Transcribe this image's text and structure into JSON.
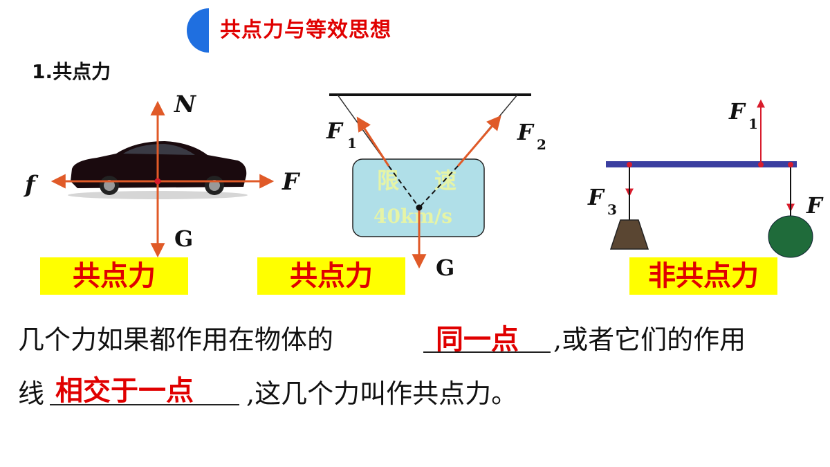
{
  "header": {
    "title": "共点力与等效思想"
  },
  "section": {
    "heading": "1.共点力"
  },
  "diagrams": {
    "car": {
      "labels": {
        "N": "N",
        "f": "f",
        "F": "F",
        "G": "G"
      },
      "caption": "共点力"
    },
    "sign": {
      "labels": {
        "F1": "F",
        "F1_sub": "1",
        "F2": "F",
        "F2_sub": "2",
        "G": "G"
      },
      "sign_text_1": "限",
      "sign_text_2": "速",
      "sign_text_3": "40km/s",
      "caption": "共点力"
    },
    "lever": {
      "labels": {
        "F1": "F",
        "F1_sub": "1",
        "F3": "F",
        "F3_sub": "3",
        "F": "F"
      },
      "caption": "非共点力"
    }
  },
  "definition": {
    "line1_before": "几个力如果都作用在物体的",
    "blank1": "同一点",
    "line1_after": ",或者它们的作用",
    "line2_before": "线",
    "blank2": "相交于一点",
    "line2_after": ",这几个力叫作共点力。"
  },
  "colors": {
    "accent_blue": "#1f6fe0",
    "answer_red": "#e00000",
    "highlight_yellow": "#ffff00",
    "arrow_orange": "#e05a28",
    "beam_blue": "#3b3fa0"
  }
}
